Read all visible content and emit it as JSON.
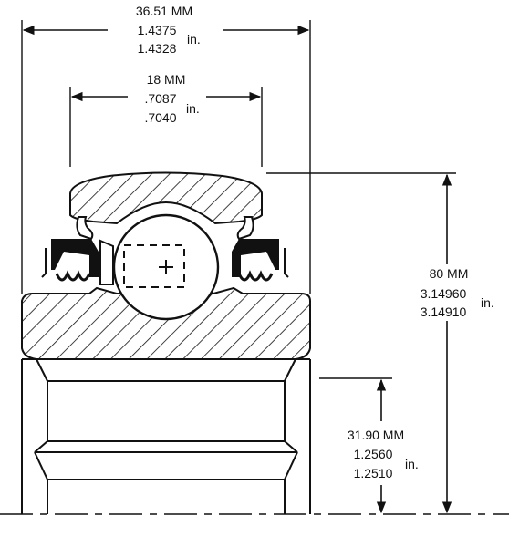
{
  "dimensions": {
    "width": {
      "metric": "36.51 MM",
      "max_in": "1.4375",
      "min_in": "1.4328",
      "unit": "in."
    },
    "inner_ring_width": {
      "metric": "18 MM",
      "max_in": ".7087",
      "min_in": ".7040",
      "unit": "in."
    },
    "outer_diameter": {
      "metric": "80 MM",
      "max_in": "3.14960",
      "min_in": "3.14910",
      "unit": "in."
    },
    "bore": {
      "metric": "31.90 MM",
      "max_in": "1.2560",
      "min_in": "1.2510",
      "unit": "in."
    }
  }
}
